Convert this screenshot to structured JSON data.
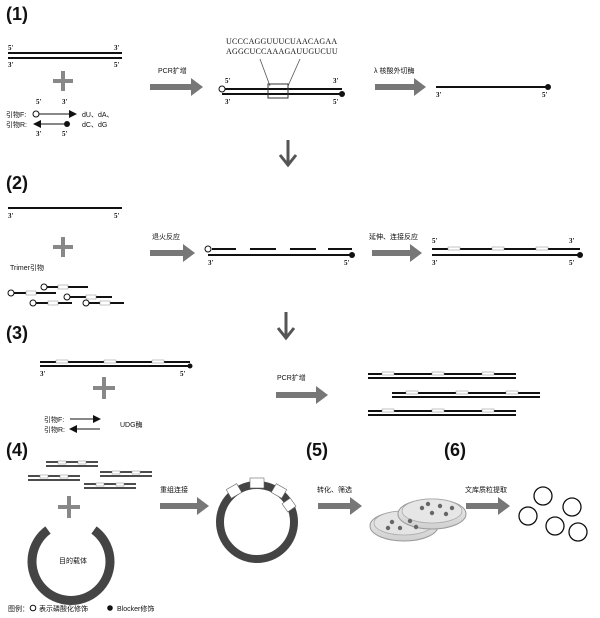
{
  "steps": [
    "(1)",
    "(2)",
    "(3)",
    "(4)",
    "(5)",
    "(6)"
  ],
  "ends": {
    "five": "5'",
    "three": "3'"
  },
  "section1": {
    "plus": "+",
    "primer_f_label": "引物F:",
    "primer_r_label": "引物R:",
    "nucleotides_line1": "dU、dA、",
    "nucleotides_line2": "dC、dG",
    "arrow1_label": "PCR扩增",
    "seq_top": "UCCCAGGUUUCUAACAGAA",
    "seq_bottom": "AGGCUCCAAAGAUUGUCUU",
    "arrow2_label": "λ 核酸外切酶"
  },
  "section2": {
    "trimer_label": "Trimer引物",
    "arrow1_label": "退火反应",
    "arrow2_label": "延伸、连接反应"
  },
  "section3": {
    "primer_f_label": "引物F:",
    "primer_r_label": "引物R:",
    "enzyme_label": "UDG酶",
    "arrow_label": "PCR扩增"
  },
  "section4": {
    "vector_label": "目的载体",
    "arrow_label": "重组连接",
    "legend_prefix": "图例：",
    "legend_circle_text": "表示磷酸化修饰",
    "legend_blocker_text": "Blocker修饰"
  },
  "section5": {
    "arrow_label": "转化、筛选"
  },
  "section6": {
    "arrow_label": "文库质粒提取"
  }
}
